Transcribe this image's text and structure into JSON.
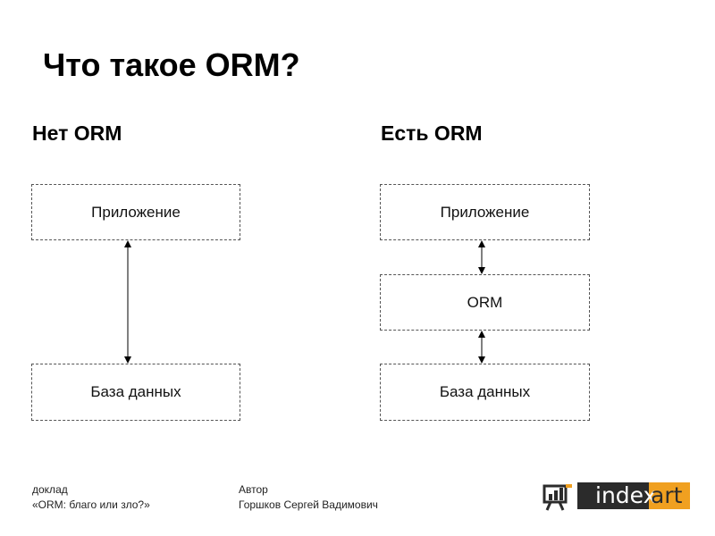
{
  "slide": {
    "title": "Что такое ORM?"
  },
  "left": {
    "heading": "Нет ORM",
    "top_box": "Приложение",
    "bottom_box": "База данных"
  },
  "right": {
    "heading": "Есть ORM",
    "top_box": "Приложение",
    "middle_box": "ORM",
    "bottom_box": "База данных"
  },
  "footer": {
    "talk_label": "доклад",
    "talk_title": "«ORM: благо или зло?»",
    "author_label": "Автор",
    "author_name": "Горшков Сергей Вадимович",
    "logo_part1": "index",
    "logo_part2": "art"
  },
  "colors": {
    "logo_plate": "#2b2b2b",
    "logo_accent": "#f0a020",
    "box_border": "#555555"
  }
}
